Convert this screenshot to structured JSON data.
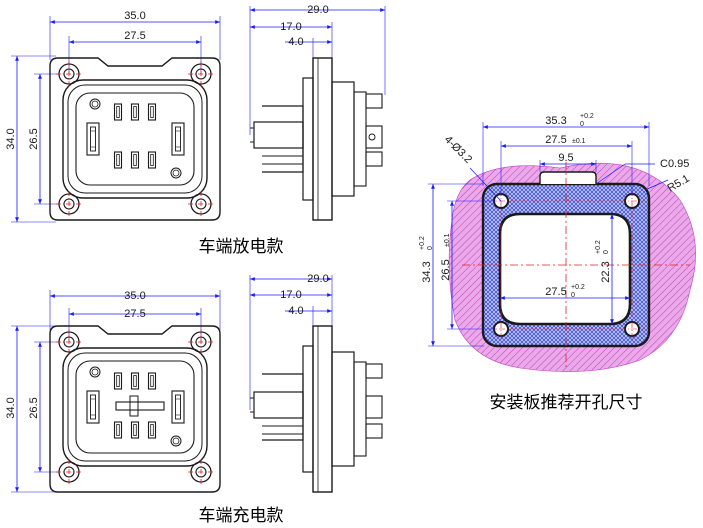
{
  "views": {
    "discharge": {
      "caption": "车端放电款",
      "width_dim": "35.0",
      "hole_pitch_x": "27.5",
      "height_dim": "34.0",
      "hole_pitch_y": "26.5",
      "side_depth": "29.0",
      "side_mid": "17.0",
      "side_flange": "4.0"
    },
    "charge": {
      "caption": "车端充电款",
      "width_dim": "35.0",
      "hole_pitch_x": "27.5",
      "height_dim": "34.0",
      "hole_pitch_y": "26.5",
      "side_depth": "29.0",
      "side_mid": "17.0",
      "side_flange": "4.0"
    },
    "cutout": {
      "caption": "安装板推荐开孔尺寸",
      "outer_width": "35.3",
      "outer_width_tol_upper": "+0.2",
      "outer_width_tol_lower": "0",
      "hole_pitch_x": "27.5",
      "hole_pitch_x_tol": "±0.1",
      "notch_width": "9.5",
      "chamfer": "C0.95",
      "hole_callout": "4-Ø3.2",
      "corner_radius": "R5.1",
      "outer_height": "34.3",
      "outer_height_tol_upper": "+0.2",
      "outer_height_tol_lower": "0",
      "hole_pitch_y": "26.5",
      "hole_pitch_y_tol": "±0.1",
      "inner_height": "22.3",
      "inner_height_tol_upper": "+0.2",
      "inner_height_tol_lower": "0",
      "inner_width": "27.5",
      "inner_width_tol_upper": "+0.2",
      "inner_width_tol_lower": "0"
    }
  },
  "colors": {
    "line": "#1a1a1a",
    "dimension": "#1a1aff",
    "centerline": "#e02020",
    "panel_fill": "#e9a6e6",
    "panel_hatch": "#c43bc0",
    "gasket_hatch": "#3d4fd6"
  }
}
